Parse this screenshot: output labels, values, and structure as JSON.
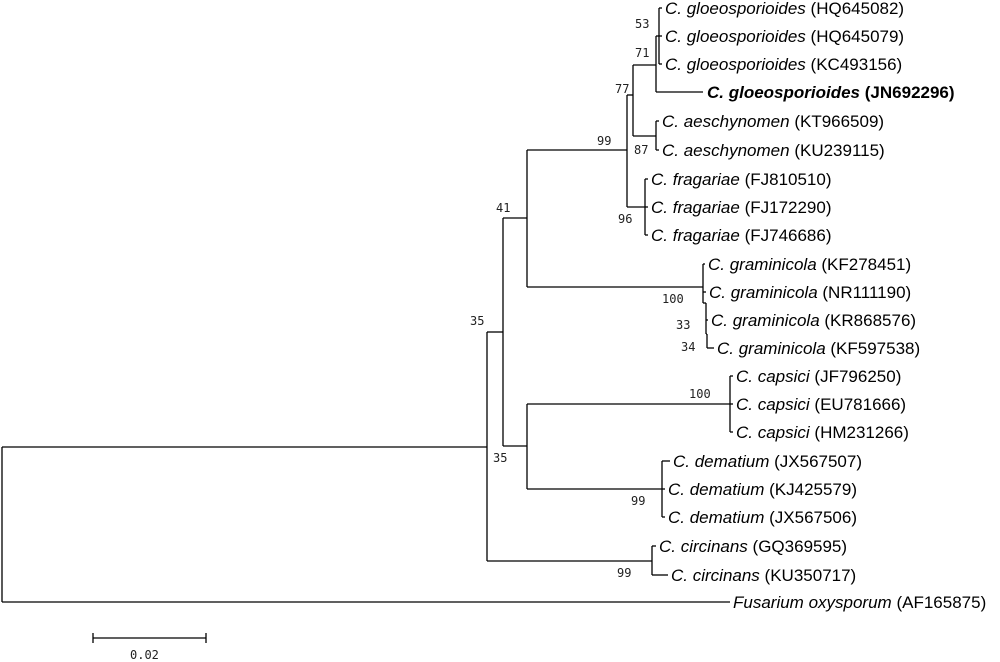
{
  "tree": {
    "taxa": [
      {
        "genus": "C. gloeosporioides",
        "accession": "(HQ645082)"
      },
      {
        "genus": "C. gloeosporioides",
        "accession": "(HQ645079)"
      },
      {
        "genus": "C. gloeosporioides",
        "accession": "(KC493156)"
      },
      {
        "genus": "C. gloeosporioides",
        "accession": "(JN692296)",
        "bold": true
      },
      {
        "genus": "C. aeschynomen",
        "accession": "(KT966509)"
      },
      {
        "genus": "C. aeschynomen",
        "accession": "(KU239115)"
      },
      {
        "genus": "C. fragariae",
        "accession": "(FJ810510)"
      },
      {
        "genus": "C. fragariae",
        "accession": "(FJ172290)"
      },
      {
        "genus": "C. fragariae",
        "accession": "(FJ746686)"
      },
      {
        "genus": "C. graminicola",
        "accession": "(KF278451)"
      },
      {
        "genus": "C. graminicola",
        "accession": "(NR111190)"
      },
      {
        "genus": "C. graminicola",
        "accession": "(KR868576)"
      },
      {
        "genus": "C. graminicola",
        "accession": "(KF597538)"
      },
      {
        "genus": "C. capsici",
        "accession": "(JF796250)"
      },
      {
        "genus": "C. capsici",
        "accession": "(EU781666)"
      },
      {
        "genus": "C. capsici",
        "accession": "(HM231266)"
      },
      {
        "genus": "C. dematium",
        "accession": "(JX567507)"
      },
      {
        "genus": "C. dematium",
        "accession": "(KJ425579)"
      },
      {
        "genus": "C. dematium",
        "accession": "(JX567506)"
      },
      {
        "genus": "C. circinans",
        "accession": "(GQ369595)"
      },
      {
        "genus": "C. circinans",
        "accession": "(KU350717)"
      },
      {
        "genus": "Fusarium oxysporum",
        "accession": "(AF165875)"
      }
    ],
    "bootstrap": [
      "53",
      "71",
      "77",
      "99",
      "87",
      "96",
      "41",
      "100",
      "33",
      "34",
      "35",
      "100",
      "35",
      "99",
      "99"
    ],
    "scale_bar": {
      "label": "0.02",
      "value": 0.02
    }
  }
}
